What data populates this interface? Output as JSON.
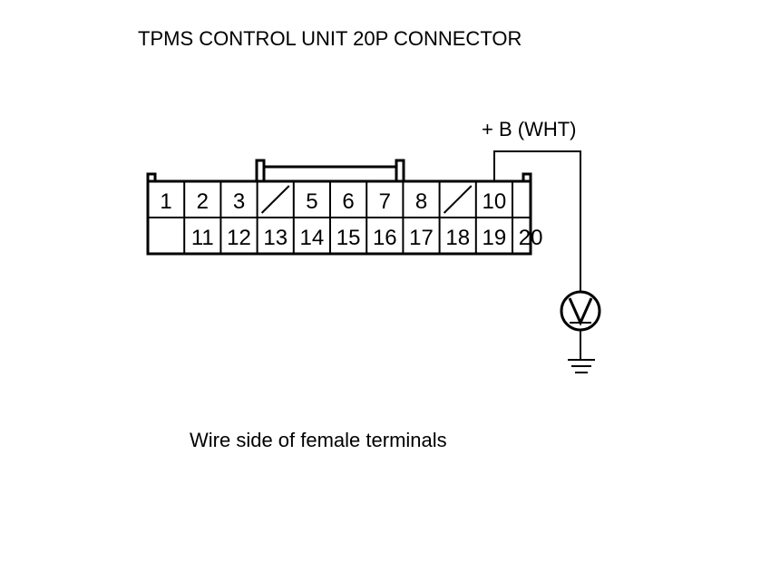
{
  "title": "TPMS CONTROL UNIT 20P CONNECTOR",
  "caption": "Wire side of female terminals",
  "wire_label": "+ B (WHT)",
  "meter_icon": "voltmeter-icon",
  "ground_icon": "ground-icon",
  "connector": {
    "top_row": [
      "1",
      "2",
      "3",
      "",
      "5",
      "6",
      "7",
      "8",
      "",
      "10",
      ""
    ],
    "bottom_row": [
      "",
      "11",
      "12",
      "13",
      "14",
      "15",
      "16",
      "17",
      "18",
      "19",
      "20"
    ],
    "empty_cavities": [
      3,
      8
    ]
  }
}
